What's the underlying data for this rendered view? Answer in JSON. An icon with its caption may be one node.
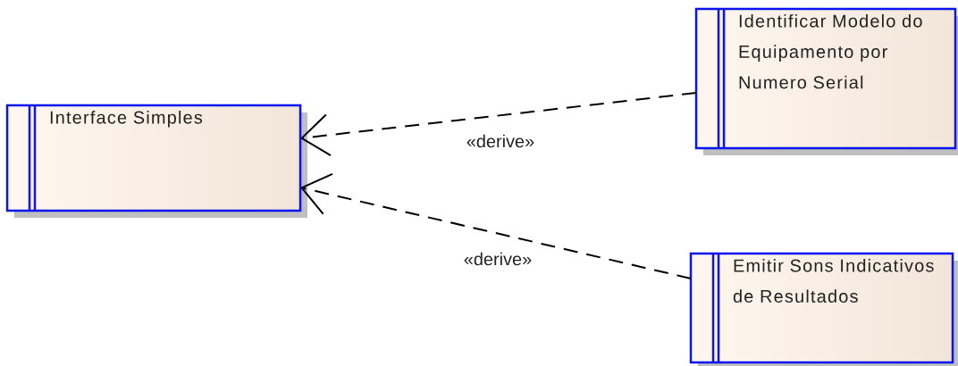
{
  "diagram": {
    "nodes": [
      {
        "text": [
          "Interface Simples"
        ]
      },
      {
        "text": [
          "Identificar Modelo do Equipamento por Numero Serial"
        ]
      },
      {
        "text": [
          "Emitir Sons Indicativos de Resultados"
        ]
      }
    ],
    "edges": [
      {
        "from": 1,
        "to": 0,
        "arrow": "to",
        "style": "dashed",
        "label": "«derive»"
      },
      {
        "from": 2,
        "to": 0,
        "arrow": "to",
        "style": "dashed",
        "label": "«derive»"
      }
    ]
  }
}
